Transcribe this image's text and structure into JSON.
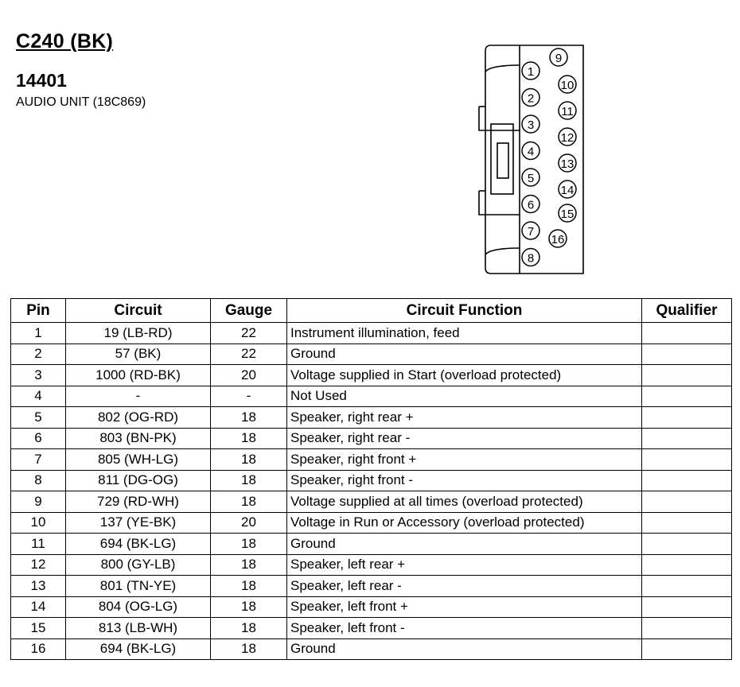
{
  "header": {
    "connector_id": "C240 (BK)",
    "part_number": "14401",
    "description": "AUDIO UNIT (18C869)"
  },
  "diagram": {
    "left_pins": [
      "1",
      "2",
      "3",
      "4",
      "5",
      "6",
      "7",
      "8"
    ],
    "right_pins": [
      "9",
      "10",
      "11",
      "12",
      "13",
      "14",
      "15",
      "16"
    ]
  },
  "table": {
    "headers": [
      "Pin",
      "Circuit",
      "Gauge",
      "Circuit Function",
      "Qualifier"
    ],
    "rows": [
      {
        "pin": "1",
        "circuit": "19 (LB-RD)",
        "gauge": "22",
        "function": "Instrument illumination, feed",
        "qualifier": ""
      },
      {
        "pin": "2",
        "circuit": "57 (BK)",
        "gauge": "22",
        "function": "Ground",
        "qualifier": ""
      },
      {
        "pin": "3",
        "circuit": "1000 (RD-BK)",
        "gauge": "20",
        "function": "Voltage supplied in Start (overload protected)",
        "qualifier": ""
      },
      {
        "pin": "4",
        "circuit": "-",
        "gauge": "-",
        "function": "Not Used",
        "qualifier": ""
      },
      {
        "pin": "5",
        "circuit": "802 (OG-RD)",
        "gauge": "18",
        "function": "Speaker, right rear +",
        "qualifier": ""
      },
      {
        "pin": "6",
        "circuit": "803 (BN-PK)",
        "gauge": "18",
        "function": "Speaker, right rear -",
        "qualifier": ""
      },
      {
        "pin": "7",
        "circuit": "805 (WH-LG)",
        "gauge": "18",
        "function": "Speaker, right front +",
        "qualifier": ""
      },
      {
        "pin": "8",
        "circuit": "811 (DG-OG)",
        "gauge": "18",
        "function": "Speaker, right front -",
        "qualifier": ""
      },
      {
        "pin": "9",
        "circuit": "729 (RD-WH)",
        "gauge": "18",
        "function": "Voltage supplied at all times (overload protected)",
        "qualifier": ""
      },
      {
        "pin": "10",
        "circuit": "137 (YE-BK)",
        "gauge": "20",
        "function": "Voltage in Run or Accessory (overload protected)",
        "qualifier": ""
      },
      {
        "pin": "11",
        "circuit": "694 (BK-LG)",
        "gauge": "18",
        "function": "Ground",
        "qualifier": ""
      },
      {
        "pin": "12",
        "circuit": "800 (GY-LB)",
        "gauge": "18",
        "function": "Speaker, left rear +",
        "qualifier": ""
      },
      {
        "pin": "13",
        "circuit": "801 (TN-YE)",
        "gauge": "18",
        "function": "Speaker, left rear -",
        "qualifier": ""
      },
      {
        "pin": "14",
        "circuit": "804 (OG-LG)",
        "gauge": "18",
        "function": "Speaker, left front +",
        "qualifier": ""
      },
      {
        "pin": "15",
        "circuit": "813 (LB-WH)",
        "gauge": "18",
        "function": "Speaker, left front -",
        "qualifier": ""
      },
      {
        "pin": "16",
        "circuit": "694 (BK-LG)",
        "gauge": "18",
        "function": "Ground",
        "qualifier": ""
      }
    ]
  }
}
